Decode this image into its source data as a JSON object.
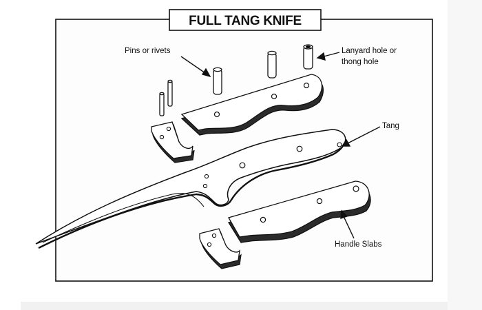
{
  "title": "FULL TANG KNIFE",
  "labels": {
    "pins": "Pins or rivets",
    "lanyard_line1": "Lanyard  hole or",
    "lanyard_line2": "thong hole",
    "tang": "Tang",
    "handle_slabs": "Handle Slabs"
  },
  "colors": {
    "page": "#ffffff",
    "panel": "#fdfdfd",
    "outer_band": "#f1f1f1",
    "ink": "#111111",
    "slab_edge": "#2b2b2b"
  }
}
